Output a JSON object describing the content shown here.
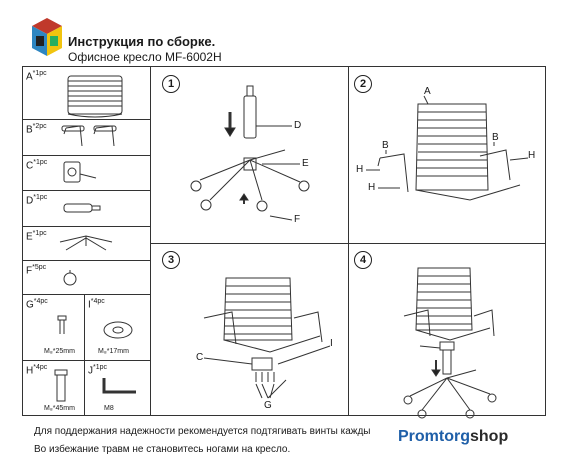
{
  "header": {
    "title": "Инструкция по сборке.",
    "subtitle": "Офисное кресло MF-6002H"
  },
  "parts": [
    {
      "letter": "A",
      "qty": "*1pc"
    },
    {
      "letter": "B",
      "qty": "*2pc"
    },
    {
      "letter": "C",
      "qty": "*1pc"
    },
    {
      "letter": "D",
      "qty": "*1pc"
    },
    {
      "letter": "E",
      "qty": "*1pc"
    },
    {
      "letter": "F",
      "qty": "*5pc"
    },
    {
      "letter": "G",
      "qty": "*4pc",
      "size": "M₈*25mm"
    },
    {
      "letter": "I",
      "qty": "*4pc",
      "size": "M₈*17mm"
    },
    {
      "letter": "H",
      "qty": "*4pc",
      "size": "M₈*45mm"
    },
    {
      "letter": "J",
      "qty": "*1pc",
      "size": "M8"
    }
  ],
  "steps": [
    "1",
    "2",
    "3",
    "4"
  ],
  "callouts": {
    "step1": [
      "D",
      "E",
      "F"
    ],
    "step2": [
      "A",
      "B",
      "B",
      "H",
      "H",
      "H"
    ],
    "step3": [
      "C",
      "I",
      "G"
    ]
  },
  "notes": [
    "Для поддержания надежности рекомендуется подтягивать винты кажды",
    "Во избежание травм не становитесь ногами на кресло."
  ],
  "brand": {
    "part1": "Promtorg",
    "part2": "shop",
    "color": "#1f5fa8"
  }
}
